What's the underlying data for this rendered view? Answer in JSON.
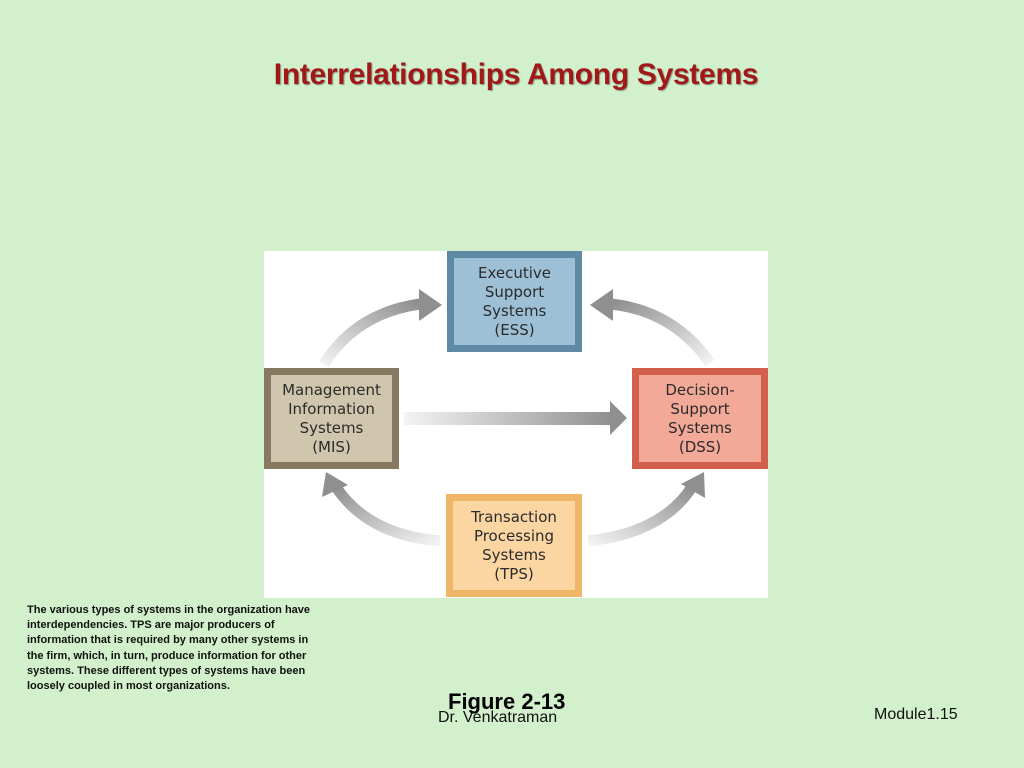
{
  "slide": {
    "title": "Interrelationships Among Systems",
    "caption": "The various types of systems in the organization have interdependencies. TPS are major producers of information that is required by many other systems in the firm, which, in turn, produce information for other systems. These different types of systems have been loosely coupled in most organizations.",
    "figure_label": "Figure 2-13",
    "author": "Dr. Venkatraman",
    "module": "Module1.15"
  },
  "diagram": {
    "ess": {
      "lines": [
        "Executive",
        "Support",
        "Systems",
        "(ESS)"
      ]
    },
    "mis": {
      "lines": [
        "Management",
        "Information",
        "Systems",
        "(MIS)"
      ]
    },
    "dss": {
      "lines": [
        "Decision-",
        "Support",
        "Systems",
        "(DSS)"
      ]
    },
    "tps": {
      "lines": [
        "Transaction",
        "Processing",
        "Systems",
        "(TPS)"
      ]
    }
  },
  "colors": {
    "background": "#d3f0cc",
    "title": "#a01818",
    "ess": "#9ec0d6",
    "mis": "#cfc6ad",
    "dss": "#f2a998",
    "tps": "#fbd6a3",
    "arrow": "#9a9a9a"
  }
}
